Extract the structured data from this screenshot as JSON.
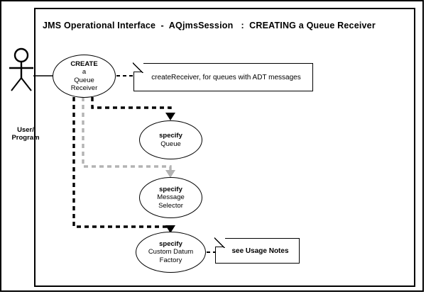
{
  "diagram": {
    "title": "JMS Operational Interface  -  AQjmsSession   :  CREATING a Queue Receiver",
    "type": "uml-use-case-diagram",
    "colors": {
      "stroke": "#000000",
      "background": "#ffffff",
      "gray_connector": "#b3b3b3"
    }
  },
  "actor": {
    "name": "User/Program",
    "label_line1": "User/",
    "label_line2": "Program",
    "icon": "stick-figure-actor-icon"
  },
  "use_cases": [
    {
      "id": "create-queue-receiver",
      "lines": [
        "CREATE",
        "a",
        "Queue",
        "Receiver"
      ],
      "bold_line_index": 0
    },
    {
      "id": "specify-queue",
      "lines": [
        "specify",
        "Queue"
      ],
      "bold_line_index": 0
    },
    {
      "id": "specify-message-selector",
      "lines": [
        "specify",
        "Message",
        "Selector"
      ],
      "bold_line_index": 0
    },
    {
      "id": "specify-custom-datum-factory",
      "lines": [
        "specify",
        "Custom Datum",
        "Factory"
      ],
      "bold_line_index": 0
    }
  ],
  "notes": [
    {
      "id": "note-create-receiver",
      "text": "createReceiver, for queues with ADT messages"
    },
    {
      "id": "note-usage-notes",
      "text": "see Usage Notes"
    }
  ],
  "connectors": [
    {
      "id": "actor-to-create",
      "style": "solid",
      "color": "#000000",
      "from": "actor",
      "to": "create-queue-receiver"
    },
    {
      "id": "create-to-note",
      "style": "dashed",
      "color": "#000000",
      "from": "create-queue-receiver",
      "to": "note-create-receiver"
    },
    {
      "id": "create-to-specify-queue",
      "style": "dashed",
      "color": "#000000",
      "from": "create-queue-receiver",
      "to": "specify-queue",
      "arrow": true
    },
    {
      "id": "create-to-specify-message-selector",
      "style": "dashed",
      "color": "#b3b3b3",
      "from": "create-queue-receiver",
      "to": "specify-message-selector",
      "arrow": true
    },
    {
      "id": "create-to-specify-custom-datum-factory",
      "style": "dashed",
      "color": "#000000",
      "from": "create-queue-receiver",
      "to": "specify-custom-datum-factory",
      "arrow": true
    },
    {
      "id": "datum-to-usage-note",
      "style": "dashed",
      "color": "#000000",
      "from": "specify-custom-datum-factory",
      "to": "note-usage-notes"
    }
  ]
}
